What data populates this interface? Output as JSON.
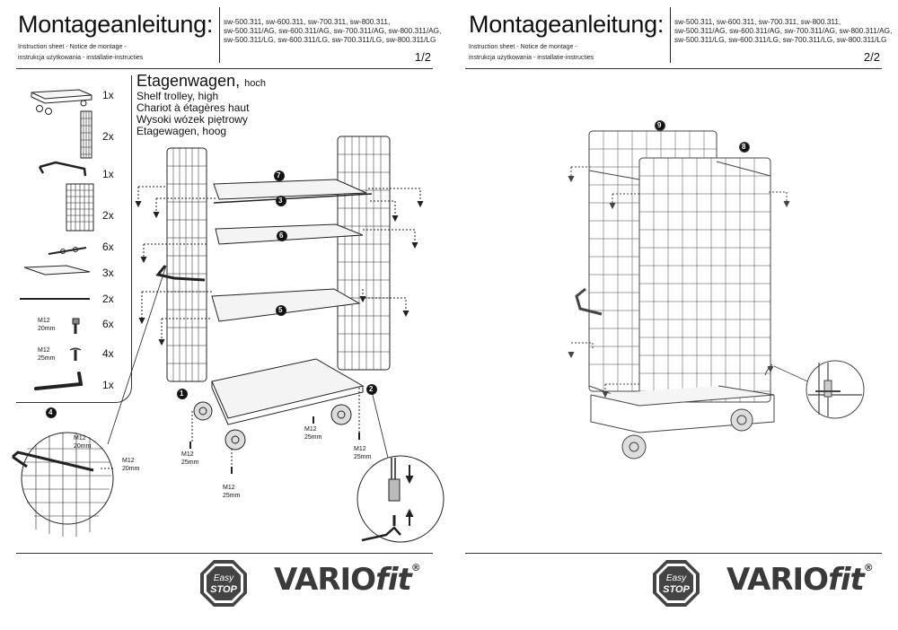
{
  "header": {
    "title": "Montageanleitung:",
    "subtitle_1": "Instruction sheet - Notice de montage -",
    "subtitle_2": "instrukcja użytkowania - installatie-instructies",
    "models_1": "sw-500.311, sw-600.311, sw-700.311, sw-800.311,",
    "models_2": "sw-500.311/AG, sw-600.311/AG, sw-700.311/AG, sw-800.311/AG,",
    "models_3": "sw-500.311/LG, sw-600.311/LG, sw-700.311/LG, sw-800.311/LG"
  },
  "pages": [
    {
      "page_label": "1/2"
    },
    {
      "page_label": "2/2"
    }
  ],
  "product": {
    "name": "Etagenwagen,",
    "name_suffix": "hoch",
    "translations": [
      "Shelf trolley, high",
      "Chariot à étagères haut",
      "Wysoki wózek piętrowy",
      "Etagewagen, hoog"
    ]
  },
  "parts": [
    {
      "qty": "1x",
      "icon": "base-platform-icon"
    },
    {
      "qty": "2x",
      "icon": "mesh-side-panel-icon"
    },
    {
      "qty": "1x",
      "icon": "push-handle-icon"
    },
    {
      "qty": "2x",
      "icon": "mesh-back-panel-icon"
    },
    {
      "qty": "6x",
      "icon": "shelf-bracket-icon"
    },
    {
      "qty": "3x",
      "icon": "shelf-board-icon"
    },
    {
      "qty": "2x",
      "icon": "tie-rod-icon"
    },
    {
      "qty": "6x",
      "icon": "short-bolt-icon",
      "size": "M12",
      "length": "20mm"
    },
    {
      "qty": "4x",
      "icon": "long-bolt-icon",
      "size": "M12",
      "length": "25mm"
    },
    {
      "qty": "1x",
      "icon": "allen-key-icon"
    }
  ],
  "steps": {
    "s1": "1",
    "s2": "2",
    "s3": "3",
    "s4": "4",
    "s5": "5",
    "s6": "6",
    "s7": "7",
    "s8": "8",
    "s9": "9"
  },
  "screw_labels": {
    "m12": "M12",
    "l20": "20mm",
    "l25": "25mm"
  },
  "brand": {
    "badge_top": "Easy",
    "badge_bottom": "STOP",
    "name_main": "VARIO",
    "name_fit": "fit",
    "reg": "®"
  },
  "colors": {
    "ink": "#111111",
    "line": "#333333",
    "brand_grey": "#3a3a3a"
  }
}
